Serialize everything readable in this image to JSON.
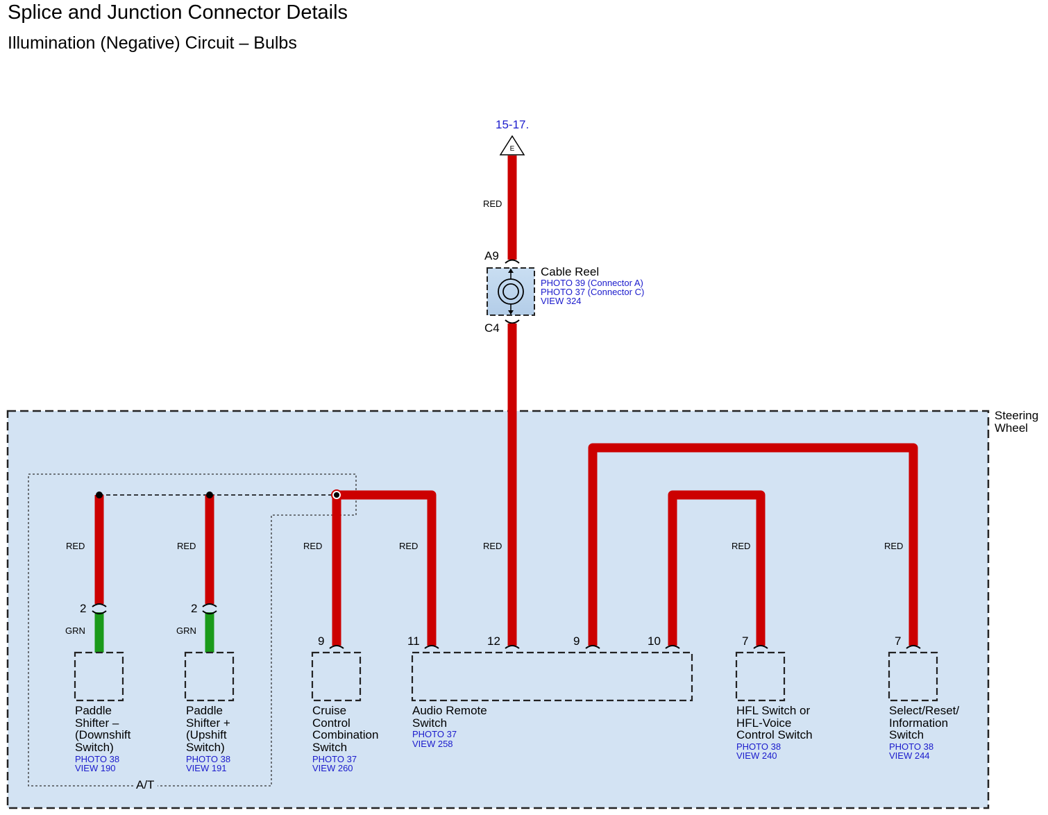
{
  "title": "Splice and Junction Connector Details",
  "subtitle": "Illumination (Negative) Circuit – Bulbs",
  "colors": {
    "wire_red": "#cc0000",
    "wire_green": "#1a9a1a",
    "steering_wheel_fill": "#d3e3f3",
    "reference_text": "#1a1acc"
  },
  "top_connection": {
    "page_ref": "15-17.",
    "terminal": "E",
    "wire_color": "RED"
  },
  "cable_reel": {
    "name": "Cable Reel",
    "pin_top": "A9",
    "pin_bottom": "C4",
    "refs": [
      "PHOTO 39 (Connector A)",
      "PHOTO 37 (Connector C)",
      "VIEW 324"
    ]
  },
  "steering_wheel": {
    "label_line1": "Steering",
    "label_line2": "Wheel"
  },
  "at_group_label": "A/T",
  "components": {
    "paddle_down": {
      "name_lines": [
        "Paddle",
        "Shifter –",
        "(Downshift",
        "Switch)"
      ],
      "refs": [
        "PHOTO 38",
        "VIEW 190"
      ],
      "pin": "2",
      "wire_upper": "RED",
      "wire_lower": "GRN"
    },
    "paddle_up": {
      "name_lines": [
        "Paddle",
        "Shifter +",
        "(Upshift",
        "Switch)"
      ],
      "refs": [
        "PHOTO 38",
        "VIEW 191"
      ],
      "pin": "2",
      "wire_upper": "RED",
      "wire_lower": "GRN"
    },
    "cruise": {
      "name_lines": [
        "Cruise",
        "Control",
        "Combination",
        "Switch"
      ],
      "refs": [
        "PHOTO 37",
        "VIEW 260"
      ],
      "pin": "9",
      "wire": "RED"
    },
    "audio": {
      "name_lines": [
        "Audio Remote",
        "Switch"
      ],
      "refs": [
        "PHOTO 37",
        "VIEW 258"
      ],
      "pins": [
        "11",
        "12",
        "9",
        "10"
      ],
      "wires": [
        "RED",
        "RED"
      ]
    },
    "hfl": {
      "name_lines": [
        "HFL Switch or",
        "HFL-Voice",
        "Control Switch"
      ],
      "refs": [
        "PHOTO 38",
        "VIEW 240"
      ],
      "pin": "7",
      "wire": "RED"
    },
    "select": {
      "name_lines": [
        "Select/Reset/",
        "Information",
        "Switch"
      ],
      "refs": [
        "PHOTO 38",
        "VIEW 244"
      ],
      "pin": "7",
      "wire": "RED"
    }
  }
}
